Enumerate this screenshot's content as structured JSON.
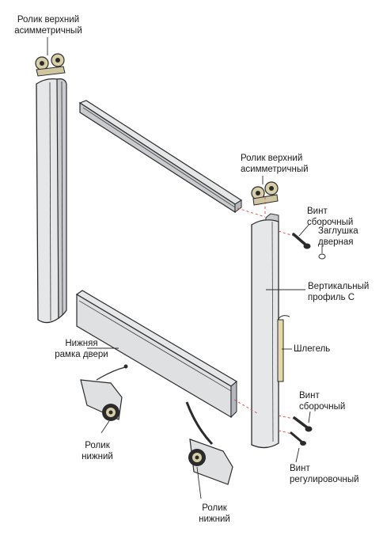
{
  "labels": {
    "roller_top_left": [
      "Ролик верхний",
      "асимметричный"
    ],
    "roller_top_right": [
      "Ролик верхний",
      "асимметричный"
    ],
    "screw_assembly_top": [
      "Винт",
      "сборочный"
    ],
    "door_plug": [
      "Заглушка",
      "дверная"
    ],
    "vertical_profile": [
      "Вертикальный",
      "профиль С"
    ],
    "shlegel": [
      "Шлегель"
    ],
    "bottom_frame": [
      "Нижняя",
      "рамка двери"
    ],
    "screw_assembly_bottom": [
      "Винт",
      "сборочный"
    ],
    "roller_bottom_left": [
      "Ролик",
      "нижний"
    ],
    "screw_adjust": [
      "Винт",
      "регулировочный"
    ],
    "roller_bottom_right": [
      "Ролик",
      "нижний"
    ]
  },
  "colors": {
    "outline": "#2b2b2b",
    "profile_fill": "#e6e7e9",
    "profile_shade": "#c9cbce",
    "roller_fill": "#d8cfa8",
    "brush_fill": "#e2d9a6",
    "dash": "#d9534f"
  }
}
